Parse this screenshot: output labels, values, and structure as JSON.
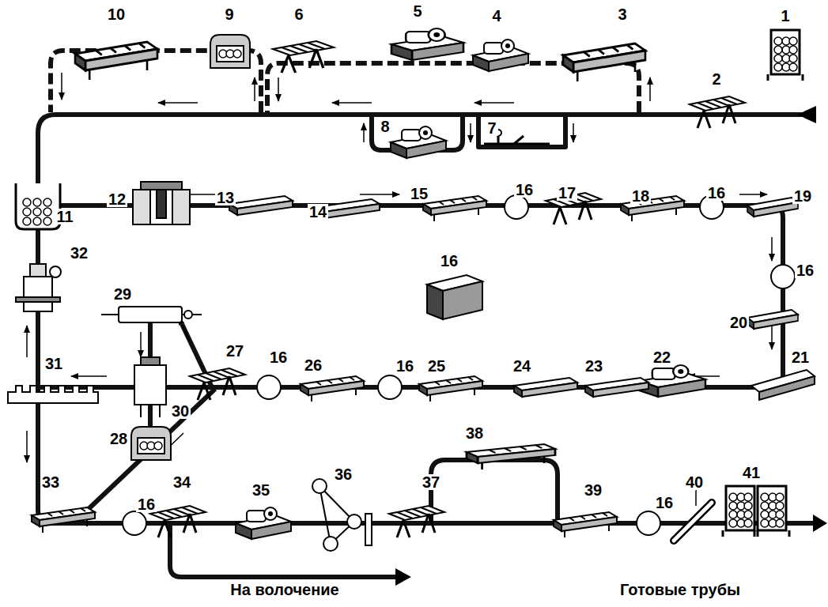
{
  "diagram": {
    "labels": [
      "10",
      "9",
      "6",
      "5",
      "4",
      "3",
      "1",
      "2",
      "8",
      "7",
      "11",
      "12",
      "13",
      "14",
      "15",
      "16",
      "17",
      "18",
      "16",
      "19",
      "16",
      "16",
      "20",
      "32",
      "29",
      "27",
      "16",
      "26",
      "16",
      "25",
      "24",
      "23",
      "22",
      "21",
      "31",
      "30",
      "28",
      "38",
      "36",
      "37",
      "33",
      "16",
      "34",
      "35",
      "39",
      "16",
      "40",
      "41",
      "На волочение",
      "Готовые трубы"
    ]
  }
}
